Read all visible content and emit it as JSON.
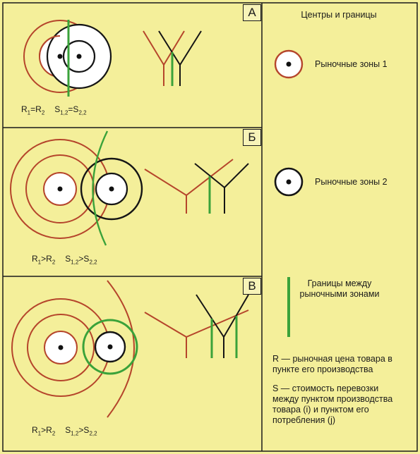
{
  "legend": {
    "title": "Центры и границы",
    "zone1_label": "Рыночные зоны 1",
    "zone2_label": "Рыночные зоны 2",
    "border_label": "Границы между рыночными зонами",
    "r_def": "R — рыночная цена товара в пункте его производства",
    "s_def": "S — стоимость перевозки между пунктом производства товара (i) и пунктом его потребления (j)"
  },
  "panels": [
    {
      "letter": "А",
      "r1": "R",
      "r1_sub": "1",
      "rel_r": "=",
      "r2": "R",
      "r2_sub": "2",
      "s1": "S",
      "s1_sub": "1,2",
      "rel_s": "=",
      "s2": "S",
      "s2_sub": "2,2"
    },
    {
      "letter": "Б",
      "r1": "R",
      "r1_sub": "1",
      "rel_r": ">",
      "r2": "R",
      "r2_sub": "2",
      "s1": "S",
      "s1_sub": "1,2",
      "rel_s": ">",
      "s2": "S",
      "s2_sub": "2,2"
    },
    {
      "letter": "В",
      "r1": "R",
      "r1_sub": "1",
      "rel_r": ">",
      "r2": "R",
      "r2_sub": "2",
      "s1": "S",
      "s1_sub": "1,2",
      "rel_s": ">",
      "s2": "S",
      "s2_sub": "2,2"
    }
  ],
  "colors": {
    "background": "#f4ef9a",
    "zone1": "#b5452b",
    "zone2": "#151515",
    "border": "#3aa23a",
    "frame": "#1a1a1a"
  }
}
